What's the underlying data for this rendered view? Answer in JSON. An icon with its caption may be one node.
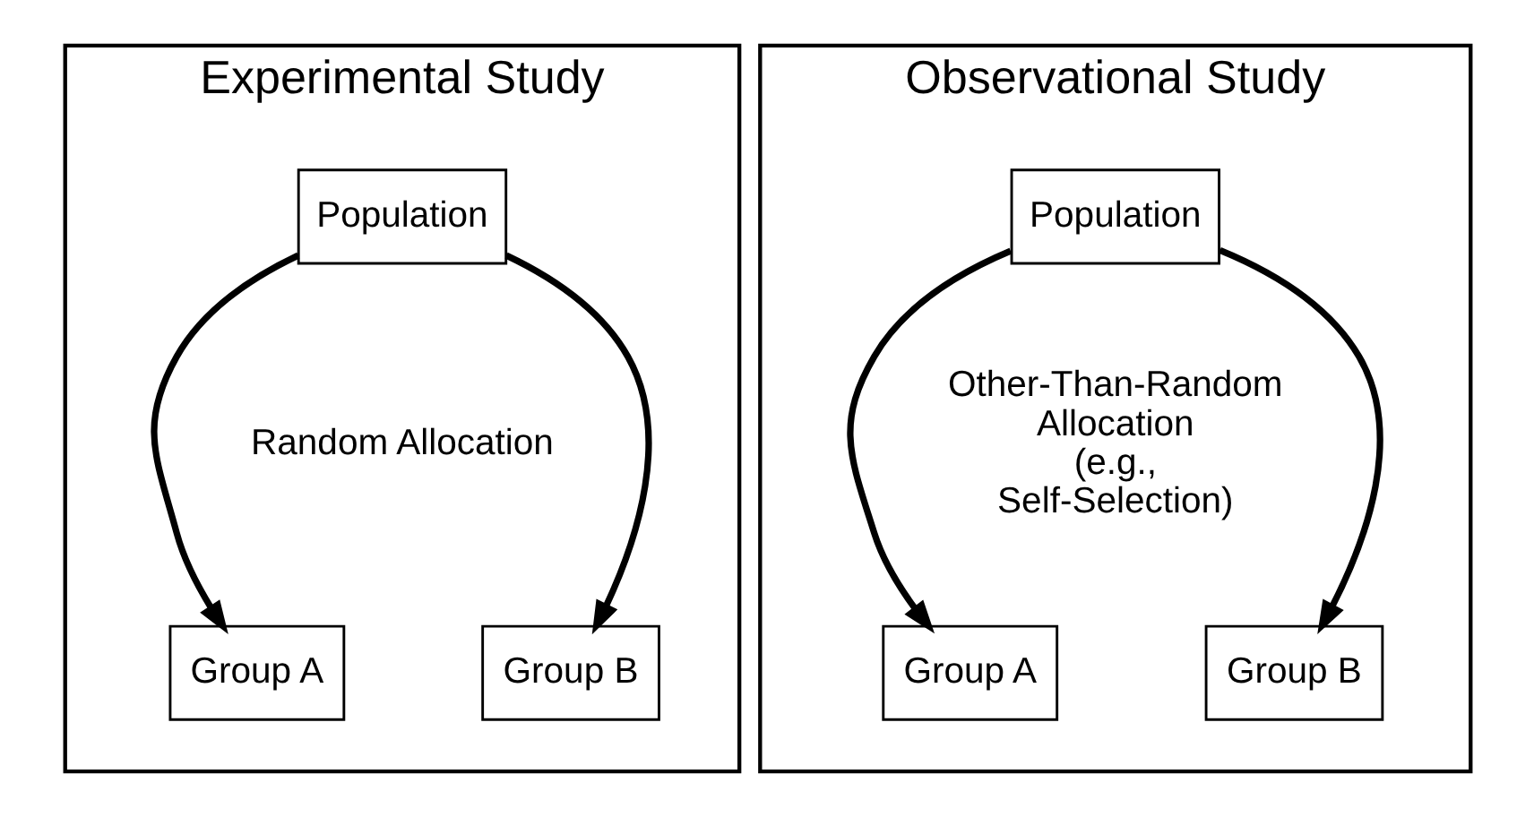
{
  "diagram": {
    "nodes": [
      {
        "text": [
          "Experimental Study"
        ]
      },
      {
        "text": [
          "Population"
        ],
        "in": 0
      },
      {
        "text": [
          "Group A"
        ],
        "in": 0
      },
      {
        "text": [
          "Group B"
        ],
        "in": 0
      },
      {
        "text": [
          "Observational Study"
        ]
      },
      {
        "text": [
          "Population"
        ],
        "in": 4
      },
      {
        "text": [
          "Group A"
        ],
        "in": 4
      },
      {
        "text": [
          "Group B"
        ],
        "in": 4
      }
    ],
    "edges": [
      {
        "from": 1,
        "to": 2,
        "arrow": "to"
      },
      {
        "from": 1,
        "to": 3,
        "arrow": "to"
      },
      {
        "from": 5,
        "to": 6,
        "arrow": "to"
      },
      {
        "from": 5,
        "to": 7,
        "arrow": "to"
      }
    ],
    "labels": [
      "Random Allocation",
      "Other-Than-Random Allocation (e.g., Self-Selection)"
    ]
  }
}
